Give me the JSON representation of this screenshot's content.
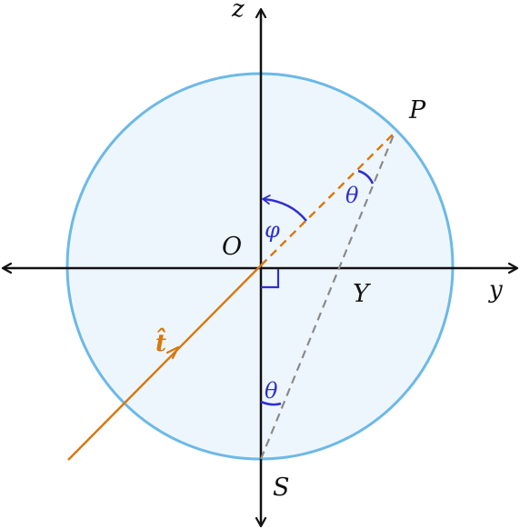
{
  "labels": {
    "z_axis": "z",
    "y_axis": "y",
    "origin": "O",
    "point_p": "P",
    "point_s": "S",
    "point_y": "Y",
    "angle_phi": "φ",
    "angle_theta_top": "θ",
    "angle_theta_bottom": "θ",
    "vector_t": "t̂"
  },
  "colors": {
    "axes": "#111111",
    "circle_stroke": "#6cb9e6",
    "circle_fill": "#eef6fd",
    "line_t": "#d9770e",
    "dashed_sp": "#8a8a8a",
    "angle_marks": "#2f2fd0"
  }
}
